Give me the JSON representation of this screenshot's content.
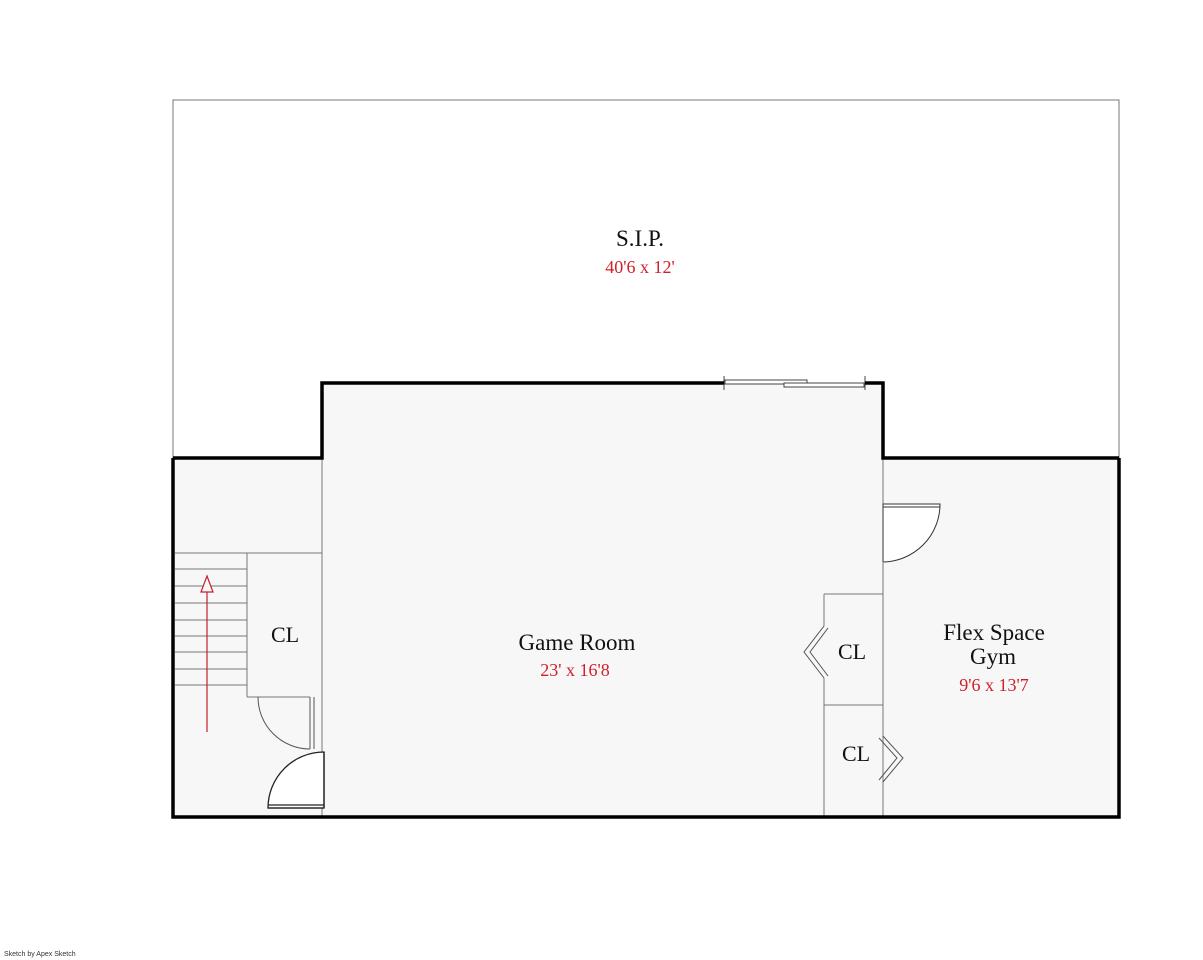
{
  "colors": {
    "wall": "#000000",
    "floor": "#f7f7f7",
    "dimension_text": "#d0202a",
    "stair_arrow": "#c4222c",
    "thin_line": "#777777"
  },
  "rooms": {
    "sip": {
      "name": "S.I.P.",
      "dimensions": "40'6 x 12'"
    },
    "game_room": {
      "name": "Game Room",
      "dimensions": "23' x 16'8"
    },
    "flex_space": {
      "name_line1": "Flex Space",
      "name_line2": "Gym",
      "dimensions": "9'6 x 13'7"
    },
    "closet_left": {
      "name": "CL"
    },
    "closet_mid": {
      "name": "CL"
    },
    "closet_low": {
      "name": "CL"
    }
  },
  "credit": "Sketch by Apex Sketch"
}
